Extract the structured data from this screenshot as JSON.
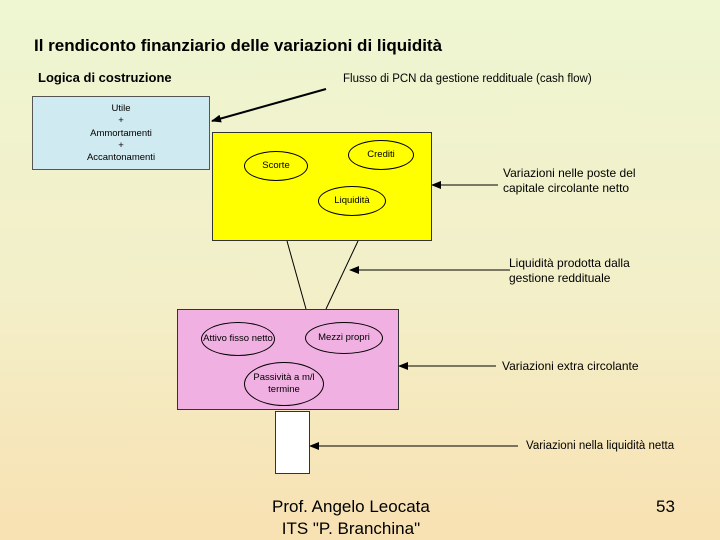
{
  "title": "Il rendiconto finanziario delle variazioni di liquidità",
  "subtitle": "Logica di costruzione",
  "flow_label": "Flusso di PCN da gestione reddituale (cash flow)",
  "left_box": {
    "lines": [
      "Utile",
      "+",
      "Ammortamenti",
      "+",
      "Accantonamenti"
    ]
  },
  "yellow_area": {
    "scorte": "Scorte",
    "crediti": "Crediti",
    "liquidita": "Liquidità"
  },
  "pink_area": {
    "attivo_fisso": "Attivo fisso netto",
    "mezzi_propri": "Mezzi propri",
    "passivita": "Passività a m/l termine"
  },
  "annotations": {
    "variazioni_ccn": "Variazioni nelle poste del capitale circolante netto",
    "liquidita_prodotta": "Liquidità prodotta dalla gestione reddituale",
    "variazioni_extra": "Variazioni extra circolante",
    "variazioni_liquidita": "Variazioni nella liquidità netta"
  },
  "footer": {
    "author": "Prof. Angelo Leocata",
    "school": "ITS \"P. Branchina\""
  },
  "page_number": "53"
}
